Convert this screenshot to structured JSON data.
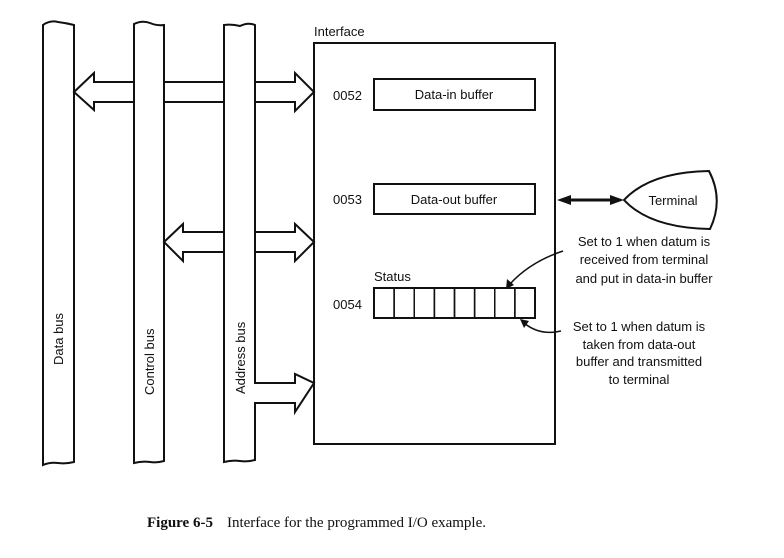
{
  "figure": {
    "caption_number": "Figure 6-5",
    "caption_text": "Interface for the programmed I/O example."
  },
  "buses": [
    {
      "id": "data",
      "label": "Data bus"
    },
    {
      "id": "control",
      "label": "Control bus"
    },
    {
      "id": "address",
      "label": "Address bus"
    }
  ],
  "interface": {
    "title": "Interface",
    "registers": [
      {
        "address": "0052",
        "label": "Data-in buffer"
      },
      {
        "address": "0053",
        "label": "Data-out buffer"
      },
      {
        "address": "0054",
        "label": "Status",
        "bits": 8
      }
    ]
  },
  "terminal": {
    "label": "Terminal"
  },
  "annotations": [
    {
      "id": "received",
      "lines": [
        "Set to 1 when datum is",
        "received from terminal",
        "and put in data-in buffer"
      ]
    },
    {
      "id": "transmitted",
      "lines": [
        "Set to 1 when datum is",
        "taken from data-out",
        "buffer and transmitted",
        "to terminal"
      ]
    }
  ],
  "colors": {
    "ink": "#111111",
    "paper": "#ffffff"
  }
}
